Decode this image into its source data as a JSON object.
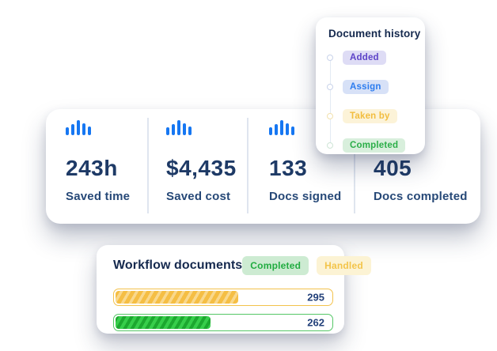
{
  "history_card": {
    "title": "Document history",
    "items": [
      {
        "label": "Added",
        "text_color": "#5D43C8",
        "bg_color": "#DEDCF5",
        "dot_color": "#C9D3EA"
      },
      {
        "label": "Assign",
        "text_color": "#2C7CEF",
        "bg_color": "#D7E1F7",
        "dot_color": "#C9D3EA"
      },
      {
        "label": "Taken by",
        "text_color": "#F2BD3E",
        "bg_color": "#FCF3D8",
        "dot_color": "#F2E1AE"
      },
      {
        "label": "Completed",
        "text_color": "#2BAE48",
        "bg_color": "#D8EFDC",
        "dot_color": "#CFE5D6"
      }
    ]
  },
  "stats_card": {
    "icon": "bar-chart",
    "icon_color": "#1677F2",
    "items": [
      {
        "value": "243h",
        "label": "Saved time"
      },
      {
        "value": "$4,435",
        "label": "Saved cost"
      },
      {
        "value": "133",
        "label": "Docs signed"
      },
      {
        "value": "405",
        "label": "Docs completed"
      }
    ]
  },
  "workflow_card": {
    "title": "Workflow documents",
    "legend": [
      {
        "label": "Completed",
        "text_color": "#21AC40",
        "bg_color": "#CDEBD2"
      },
      {
        "label": "Handled",
        "text_color": "#F3C44A",
        "bg_color": "#FCF3D4"
      }
    ],
    "bars": [
      {
        "series": "Handled",
        "value": "295",
        "fill_percent": 57,
        "fill_width": "57%",
        "border_color": "#F3C24C",
        "stripe_dark": "#F5BE44",
        "stripe_light": "#F9D88C"
      },
      {
        "series": "Completed",
        "value": "262",
        "fill_percent": 44,
        "fill_width": "44%",
        "border_color": "#55C766",
        "stripe_dark": "#1CA82F",
        "stripe_light": "#37CE4B"
      }
    ]
  },
  "theme": {
    "navy_value": "#1E3A66",
    "navy_label": "#264877",
    "navy_title": "#15294E",
    "divider": "#DFE5EF",
    "timeline_line": "#E3EAF4",
    "card_bg": "#FFFFFF"
  }
}
